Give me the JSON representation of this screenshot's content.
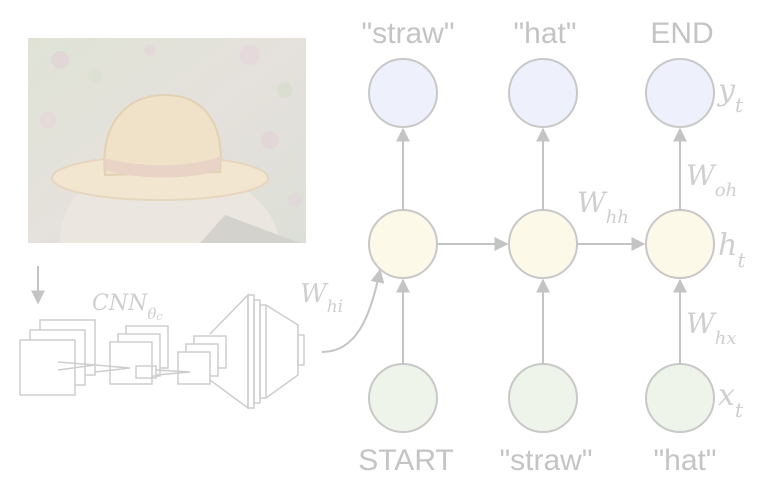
{
  "colors": {
    "output_node_fill": "#eef0fb",
    "hidden_node_fill": "#fcf9e8",
    "input_node_fill": "#eef4ea",
    "node_stroke": "#c8c8c8",
    "line": "#c4c4c4",
    "text": "#c4c4c4"
  },
  "output_words": [
    "\"straw\"",
    "\"hat\"",
    "END"
  ],
  "input_words": [
    "START",
    "\"straw\"",
    "\"hat\""
  ],
  "row_labels": {
    "y": {
      "base": "y",
      "sub": "t"
    },
    "h": {
      "base": "h",
      "sub": "t"
    },
    "x": {
      "base": "x",
      "sub": "t"
    }
  },
  "weights": {
    "w_hh": {
      "base": "W",
      "sub": "hh"
    },
    "w_oh": {
      "base": "W",
      "sub": "oh"
    },
    "w_hx": {
      "base": "W",
      "sub": "hx"
    },
    "w_hi": {
      "base": "W",
      "sub": "hi"
    }
  },
  "cnn_label": {
    "base": "CNN",
    "sub": "θ",
    "subsub": "c"
  },
  "photo": {
    "description_icon": "man-in-straw-hat-photo"
  }
}
